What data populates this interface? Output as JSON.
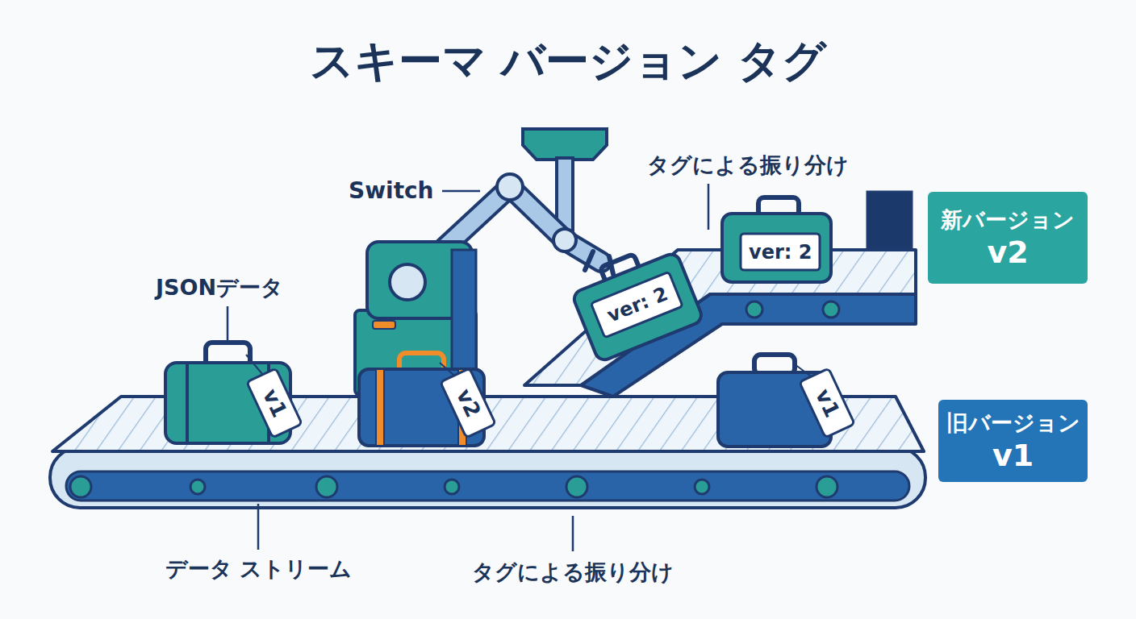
{
  "diagram": {
    "title": "スキーマ バージョン タグ",
    "nodes": [
      {
        "text": [
          "新バージョン",
          "v2"
        ]
      },
      {
        "text": [
          "旧バージョン",
          "v1"
        ]
      }
    ],
    "labels": [
      "Switch",
      "タグによる振り分け",
      "JSONデータ",
      "v1",
      "v2",
      "ver: 2",
      "ver: 2",
      "v1",
      "データ ストリーム",
      "タグによる振り分け"
    ]
  }
}
